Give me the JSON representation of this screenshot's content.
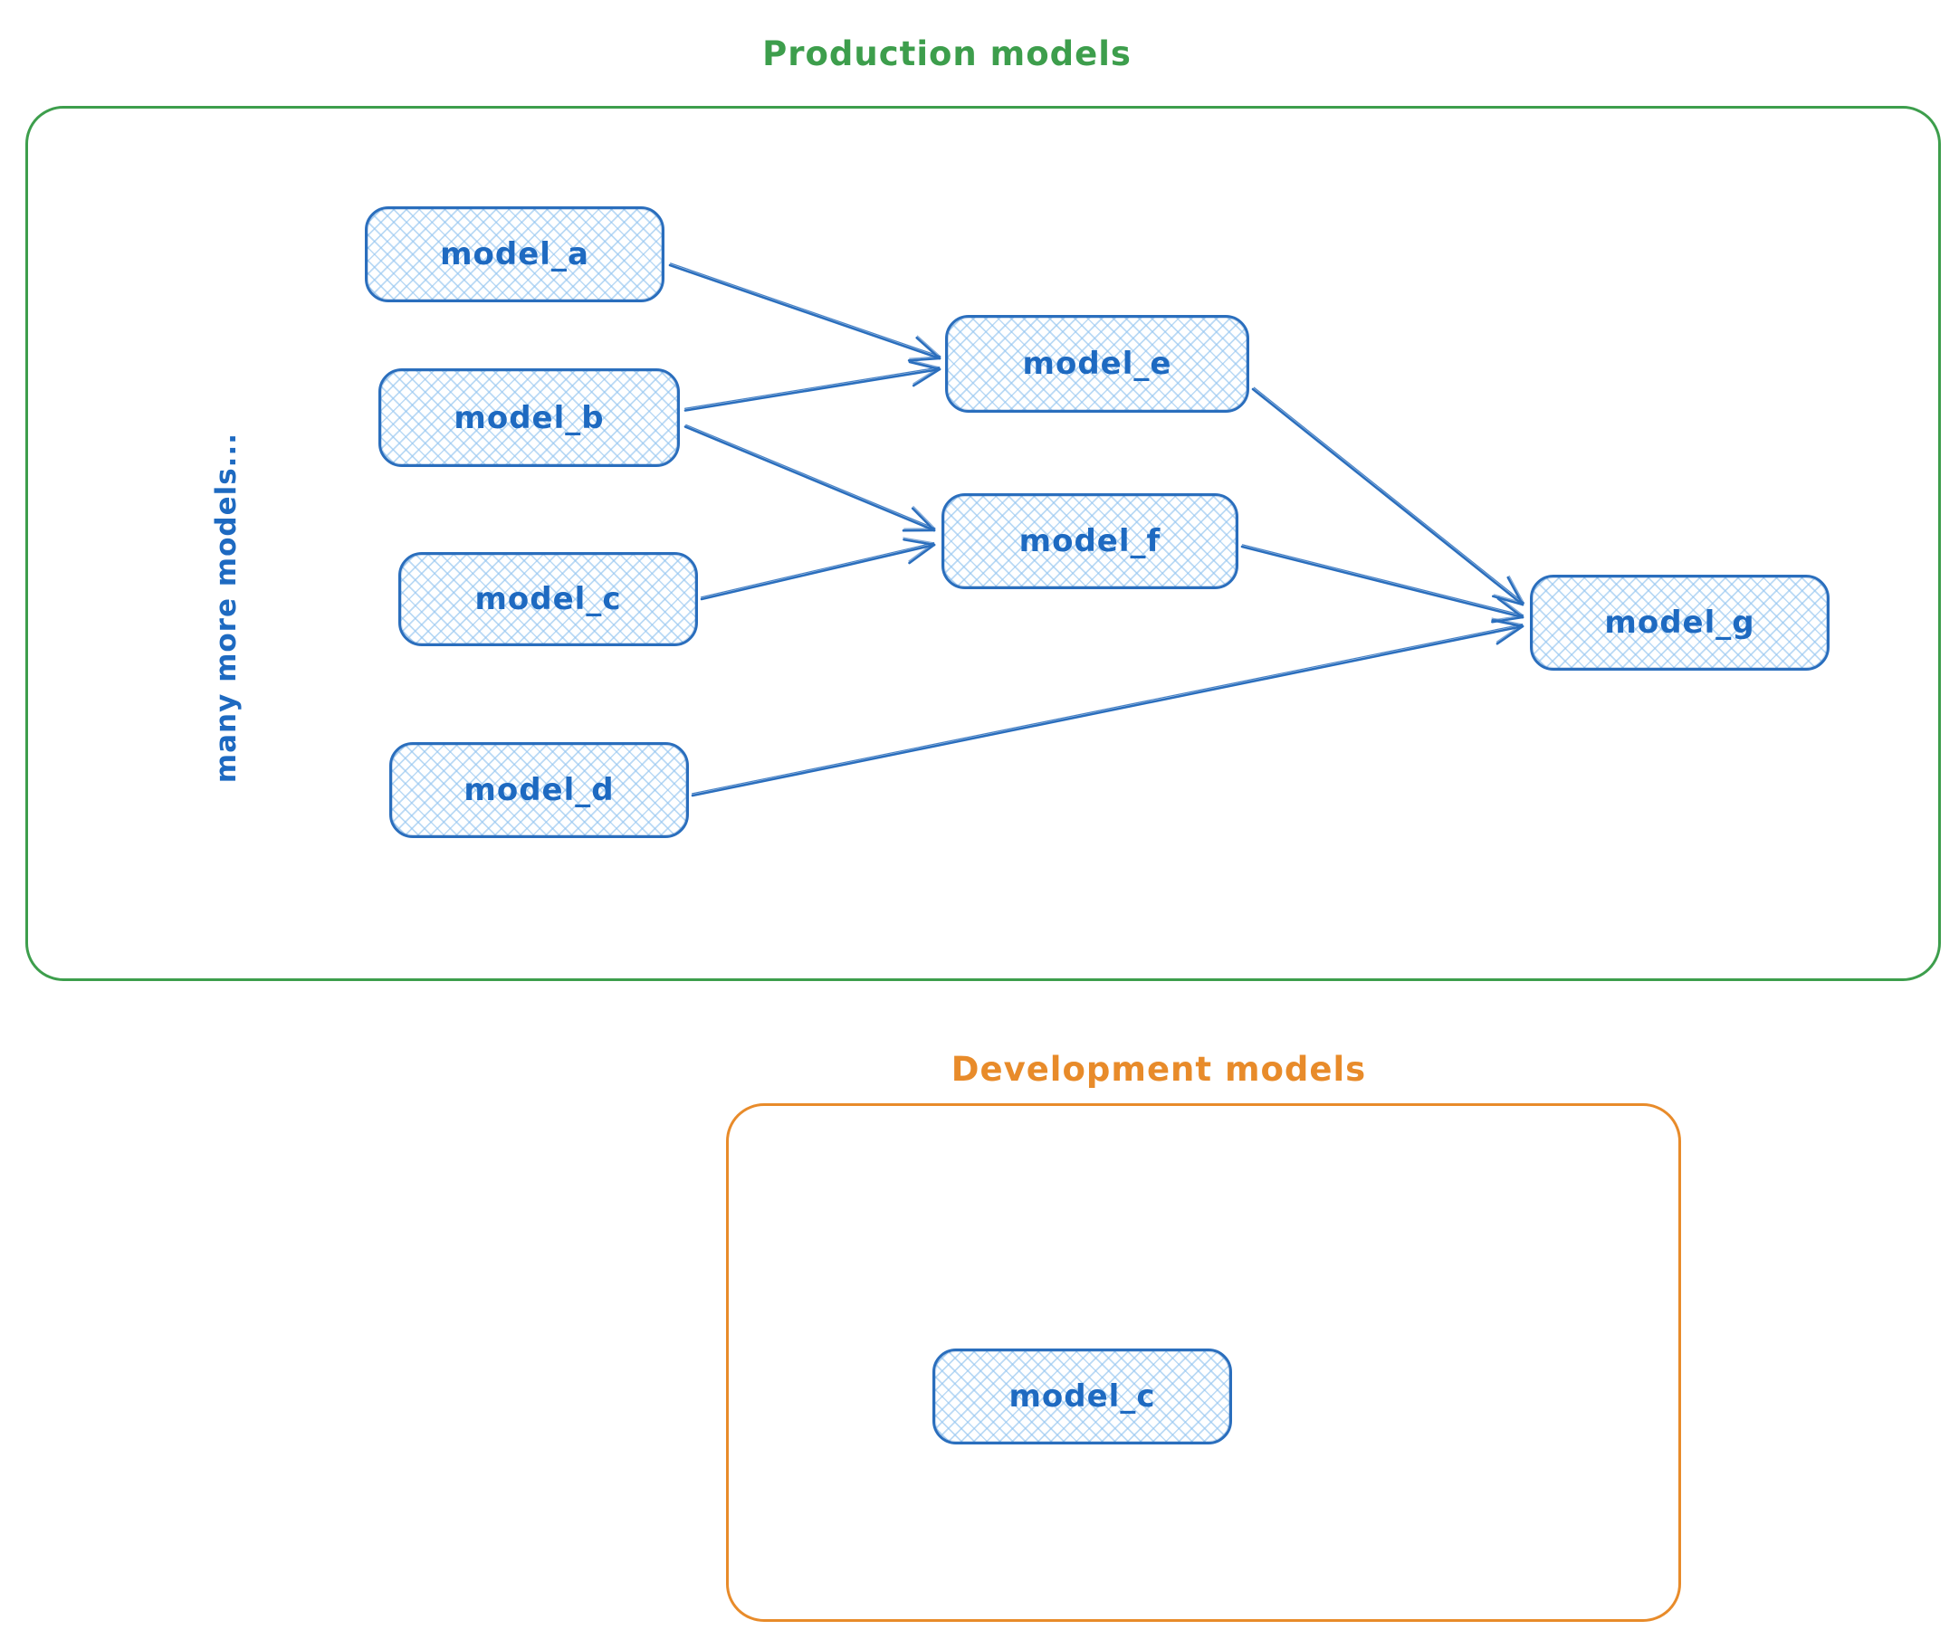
{
  "diagram": {
    "production": {
      "title": "Production models",
      "accent_color": "#3d9e4c",
      "side_label": "many more models...",
      "nodes": [
        {
          "id": "model_a",
          "label": "model_a"
        },
        {
          "id": "model_b",
          "label": "model_b"
        },
        {
          "id": "model_c",
          "label": "model_c"
        },
        {
          "id": "model_d",
          "label": "model_d"
        },
        {
          "id": "model_e",
          "label": "model_e"
        },
        {
          "id": "model_f",
          "label": "model_f"
        },
        {
          "id": "model_g",
          "label": "model_g"
        }
      ]
    },
    "development": {
      "title": "Development models",
      "accent_color": "#e88b2a",
      "nodes": [
        {
          "id": "model_c_dev",
          "label": "model_c"
        }
      ]
    },
    "node_style": {
      "stroke_color": "#2a6ebd",
      "hatch_color": "#96c6f0",
      "text_color": "#1e6ac1"
    },
    "edges": [
      {
        "from": "model_a",
        "to": "model_e"
      },
      {
        "from": "model_b",
        "to": "model_e"
      },
      {
        "from": "model_b",
        "to": "model_f"
      },
      {
        "from": "model_c",
        "to": "model_f"
      },
      {
        "from": "model_e",
        "to": "model_g"
      },
      {
        "from": "model_f",
        "to": "model_g"
      },
      {
        "from": "model_d",
        "to": "model_g"
      }
    ]
  }
}
